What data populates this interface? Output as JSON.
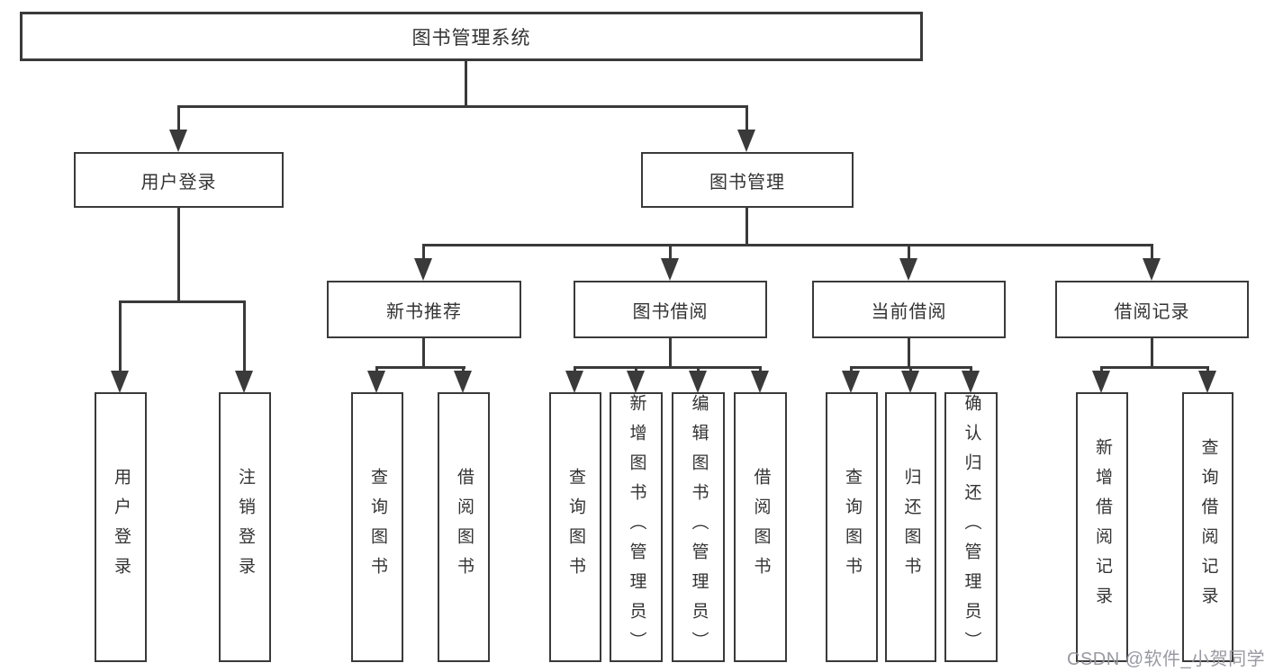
{
  "tree": {
    "label": "图书管理系统",
    "children": [
      {
        "label": "用户登录",
        "children": [
          {
            "label": "用户登录"
          },
          {
            "label": "注销登录"
          }
        ]
      },
      {
        "label": "图书管理",
        "children": [
          {
            "label": "新书推荐",
            "children": [
              {
                "label": "查询图书"
              },
              {
                "label": "借阅图书"
              }
            ]
          },
          {
            "label": "图书借阅",
            "children": [
              {
                "label": "查询图书"
              },
              {
                "label": "新增图书（管理员）"
              },
              {
                "label": "编辑图书（管理员）"
              },
              {
                "label": "借阅图书"
              }
            ]
          },
          {
            "label": "当前借阅",
            "children": [
              {
                "label": "查询图书"
              },
              {
                "label": "归还图书"
              },
              {
                "label": "确认归还（管理员）"
              }
            ]
          },
          {
            "label": "借阅记录",
            "children": [
              {
                "label": "新增借阅记录"
              },
              {
                "label": "查询借阅记录"
              }
            ]
          }
        ]
      }
    ]
  },
  "watermark": "CSDN @软件_小贺同学",
  "colors": {
    "line": "#3a3a3a",
    "box_border": "#3a3a3a",
    "text": "#333333",
    "background": "#ffffff",
    "watermark": "#94949e"
  }
}
